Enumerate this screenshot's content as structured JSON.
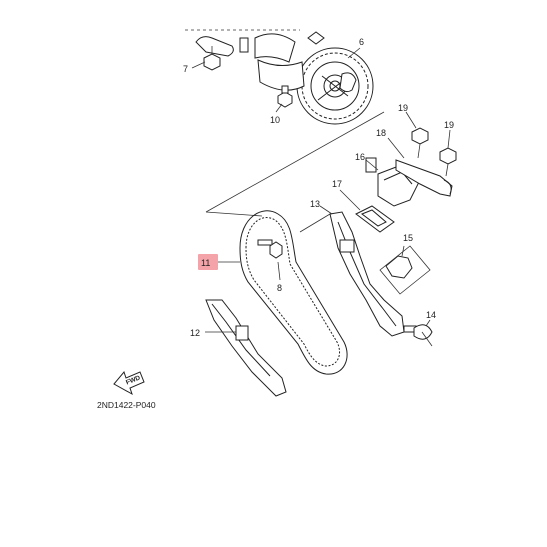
{
  "diagram": {
    "code": "2ND1422-P040",
    "fwd_label": "FWD",
    "highlight_color": "#f4a3a8",
    "parts": {
      "p6": "6",
      "p7": "7",
      "p8": "8",
      "p10": "10",
      "p11": "11",
      "p12": "12",
      "p13": "13",
      "p14": "14",
      "p15": "15",
      "p16": "16",
      "p17": "17",
      "p18": "18",
      "p19a": "19",
      "p19b": "19"
    }
  }
}
